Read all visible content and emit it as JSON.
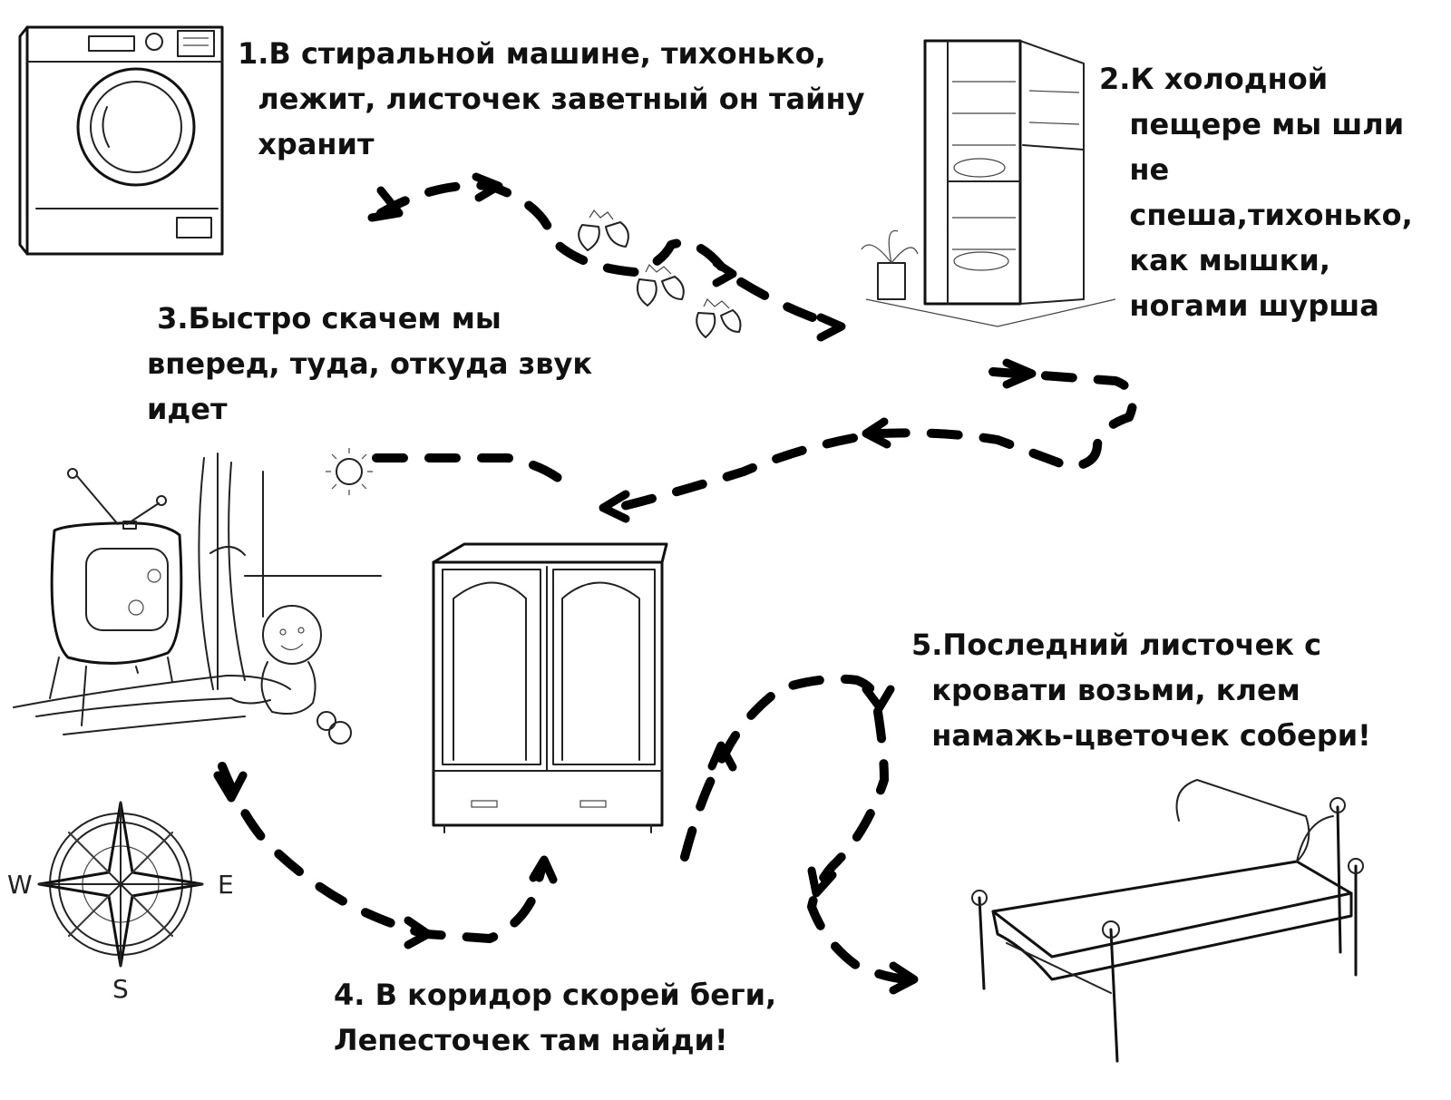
{
  "clues": [
    {
      "id": "clue-1",
      "text": "1.В стиральной машине, тихонько,\n  лежит, листочек заветный он тайну\n  хранит"
    },
    {
      "id": "clue-2",
      "text": "2.К холодной\n   пещере мы шли\n   не\n   спеша,тихонько,\n   как мышки,\n   ногами шурша"
    },
    {
      "id": "clue-3",
      "text": " 3.Быстро скачем мы\nвперед, туда, откуда звук\nидет"
    },
    {
      "id": "clue-4",
      "text": "4. В коридор скорей беги,\nЛепесточек там найди!"
    },
    {
      "id": "clue-5",
      "text": "5.Последний листочек с\n  кровати возьми, клем\n  намажь-цветочек собери!"
    }
  ],
  "compass": {
    "west": "W",
    "east": "E",
    "south": "S"
  },
  "icons": {
    "washing_machine": "washing-machine-icon",
    "fridge": "fridge-icon",
    "tv_room": "tv-room-icon",
    "wardrobe": "wardrobe-icon",
    "bed": "bed-icon",
    "compass": "compass-rose-icon",
    "strawberries": "strawberry-icon"
  }
}
